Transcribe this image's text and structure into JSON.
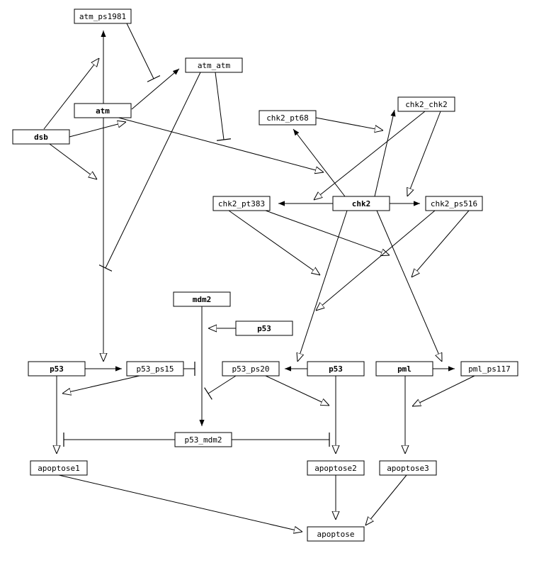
{
  "nodes": [
    {
      "id": "atm_ps1981",
      "label": "atm_ps1981",
      "bold": false
    },
    {
      "id": "atm_atm",
      "label": "atm_atm",
      "bold": false
    },
    {
      "id": "atm",
      "label": "atm",
      "bold": true
    },
    {
      "id": "dsb",
      "label": "dsb",
      "bold": true
    },
    {
      "id": "chk2_pt68",
      "label": "chk2_pt68",
      "bold": false
    },
    {
      "id": "chk2_chk2",
      "label": "chk2_chk2",
      "bold": false
    },
    {
      "id": "chk2_pt383",
      "label": "chk2_pt383",
      "bold": false
    },
    {
      "id": "chk2",
      "label": "chk2",
      "bold": true
    },
    {
      "id": "chk2_ps516",
      "label": "chk2_ps516",
      "bold": false
    },
    {
      "id": "mdm2",
      "label": "mdm2",
      "bold": true
    },
    {
      "id": "p53_input",
      "label": "p53",
      "bold": true
    },
    {
      "id": "p53_a",
      "label": "p53",
      "bold": true
    },
    {
      "id": "p53_ps15",
      "label": "p53_ps15",
      "bold": false
    },
    {
      "id": "p53_ps20",
      "label": "p53_ps20",
      "bold": false
    },
    {
      "id": "p53_b",
      "label": "p53",
      "bold": true
    },
    {
      "id": "pml",
      "label": "pml",
      "bold": true
    },
    {
      "id": "pml_ps117",
      "label": "pml_ps117",
      "bold": false
    },
    {
      "id": "p53_mdm2",
      "label": "p53_mdm2",
      "bold": false
    },
    {
      "id": "apoptose1",
      "label": "apoptose1",
      "bold": false
    },
    {
      "id": "apoptose2",
      "label": "apoptose2",
      "bold": false
    },
    {
      "id": "apoptose3",
      "label": "apoptose3",
      "bold": false
    },
    {
      "id": "apoptose",
      "label": "apoptose",
      "bold": false
    }
  ],
  "edges": [
    {
      "from": "atm_ps1981",
      "to": "atm_atm",
      "type": "inhibit"
    },
    {
      "from": "atm_atm",
      "to": "chk2_pt68",
      "type": "inhibit"
    },
    {
      "from": "atm",
      "to": "atm_ps1981",
      "type": "activate"
    },
    {
      "from": "atm",
      "to": "atm_atm",
      "type": "activate"
    },
    {
      "from": "atm",
      "to": "chk2",
      "type": "open"
    },
    {
      "from": "atm",
      "to": "p53_ps15",
      "type": "open"
    },
    {
      "from": "atm_atm",
      "to": "atm",
      "type": "inhibit"
    },
    {
      "from": "dsb",
      "to": "atm_ps1981",
      "type": "open"
    },
    {
      "from": "dsb",
      "to": "atm",
      "type": "open"
    },
    {
      "from": "dsb",
      "to": "dsb_target",
      "type": "open"
    },
    {
      "from": "chk2_pt68",
      "to": "chk2_chk2",
      "type": "open"
    },
    {
      "from": "chk2",
      "to": "chk2_pt68",
      "type": "activate"
    },
    {
      "from": "chk2",
      "to": "chk2_chk2",
      "type": "activate"
    },
    {
      "from": "chk2_chk2",
      "to": "chk2_pt383",
      "type": "open"
    },
    {
      "from": "chk2_chk2",
      "to": "chk2_ps516",
      "type": "open"
    },
    {
      "from": "chk2",
      "to": "chk2_pt383",
      "type": "activate"
    },
    {
      "from": "chk2",
      "to": "chk2_ps516",
      "type": "activate"
    },
    {
      "from": "chk2_pt383",
      "to": "chk2",
      "type": "open"
    },
    {
      "from": "chk2_pt383",
      "to": "chk2_ps516",
      "type": "open"
    },
    {
      "from": "chk2_ps516",
      "to": "p53_ps20",
      "type": "open"
    },
    {
      "from": "chk2_ps516",
      "to": "pml",
      "type": "open"
    },
    {
      "from": "chk2",
      "to": "p53_ps20",
      "type": "open"
    },
    {
      "from": "chk2",
      "to": "pml",
      "type": "open"
    },
    {
      "from": "p53_input",
      "to": "mdm2",
      "type": "open"
    },
    {
      "from": "mdm2",
      "to": "p53_mdm2",
      "type": "activate"
    },
    {
      "from": "p53_a",
      "to": "p53_ps15",
      "type": "activate"
    },
    {
      "from": "p53_ps15",
      "to": "p53_a",
      "type": "open"
    },
    {
      "from": "p53_ps15",
      "to": "mdm2",
      "type": "inhibit"
    },
    {
      "from": "p53_b",
      "to": "p53_ps20",
      "type": "activate"
    },
    {
      "from": "p53_ps20",
      "to": "mdm2",
      "type": "inhibit"
    },
    {
      "from": "p53_ps20",
      "to": "p53_b",
      "type": "open"
    },
    {
      "from": "pml",
      "to": "pml_ps117",
      "type": "activate"
    },
    {
      "from": "pml_ps117",
      "to": "pml",
      "type": "open"
    },
    {
      "from": "p53_a",
      "to": "apoptose1",
      "type": "open"
    },
    {
      "from": "p53_b",
      "to": "apoptose2",
      "type": "open"
    },
    {
      "from": "pml",
      "to": "apoptose3",
      "type": "open"
    },
    {
      "from": "p53_mdm2",
      "to": "apoptose1",
      "type": "inhibit"
    },
    {
      "from": "p53_mdm2",
      "to": "apoptose2",
      "type": "inhibit"
    },
    {
      "from": "apoptose1",
      "to": "apoptose",
      "type": "open"
    },
    {
      "from": "apoptose2",
      "to": "apoptose",
      "type": "open"
    },
    {
      "from": "apoptose3",
      "to": "apoptose",
      "type": "open"
    }
  ]
}
